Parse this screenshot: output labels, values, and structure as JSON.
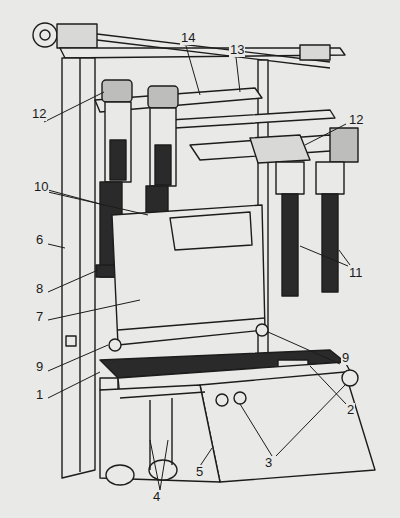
{
  "diagram": {
    "labels": [
      "14",
      "13",
      "12",
      "12",
      "10",
      "6",
      "8",
      "7",
      "9",
      "9",
      "1",
      "2",
      "3",
      "11",
      "4",
      "5"
    ]
  }
}
